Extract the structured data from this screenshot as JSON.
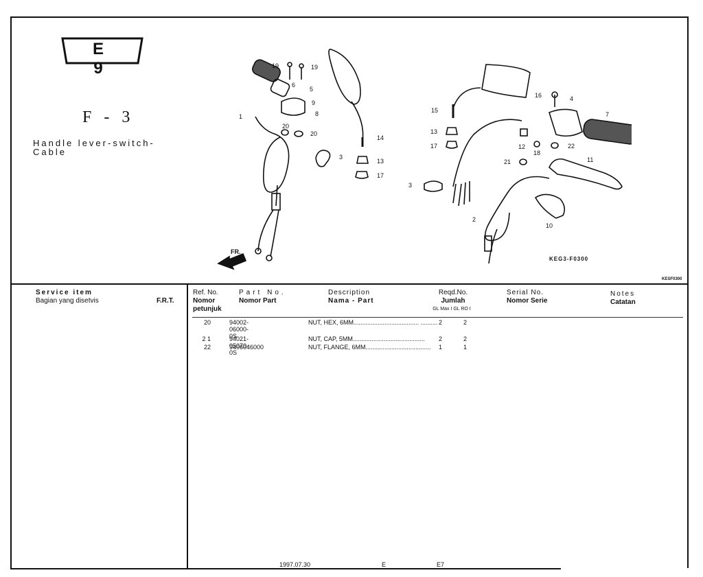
{
  "badge": {
    "text": "E 9"
  },
  "figure": {
    "id": "F - 3",
    "title_line1": "Handle lever-switch-",
    "title_line2": "Cable"
  },
  "diagram": {
    "drawing_code": "KEG3-F0300",
    "sheet_code": "KESF0300",
    "direction_label": "FR.",
    "callouts": [
      "19",
      "19",
      "6",
      "5",
      "9",
      "8",
      "1",
      "20",
      "20",
      "3",
      "14",
      "13",
      "17",
      "16",
      "4",
      "15",
      "7",
      "13",
      "17",
      "12",
      "18",
      "22",
      "21",
      "11",
      "3",
      "2",
      "10"
    ]
  },
  "left_panel": {
    "header1": "Service item",
    "header2": "Bagian yang disetvis",
    "header3": "F.R.T."
  },
  "table_header": {
    "ref_line1": "Ref. No.",
    "ref_line2": "Nomor",
    "ref_line3": "petunjuk",
    "part_line1": "Part No.",
    "part_line2": "Nomor Part",
    "desc_line1": "Description",
    "desc_line2": "Nama - Part",
    "qty_line1": "Reqd.No.",
    "qty_line2": "Jumlah",
    "qty_line3": "GL Max I GL RO I",
    "serial_line1": "Serial No.",
    "serial_line2": "Nomor Serie",
    "notes_line1": "Notes",
    "notes_line2": "Catatan"
  },
  "rows": [
    {
      "ref": "20",
      "part": "94002-06000-0S",
      "desc": "NUT, HEX, 6MM...................................... ..........",
      "q1": "2",
      "q2": "2"
    },
    {
      "ref": "2 1",
      "part": "94021-05070-0S",
      "desc": "NUT, CAP, 5MM..........................................",
      "q1": "2",
      "q2": "2"
    },
    {
      "ref": "22",
      "part": "9406046000",
      "desc": "NUT, FLANGE, 6MM......................................",
      "q1": "1",
      "q2": "1"
    }
  ],
  "footer": {
    "date": "1997.07.30",
    "code1": "E",
    "code2": "E7"
  }
}
